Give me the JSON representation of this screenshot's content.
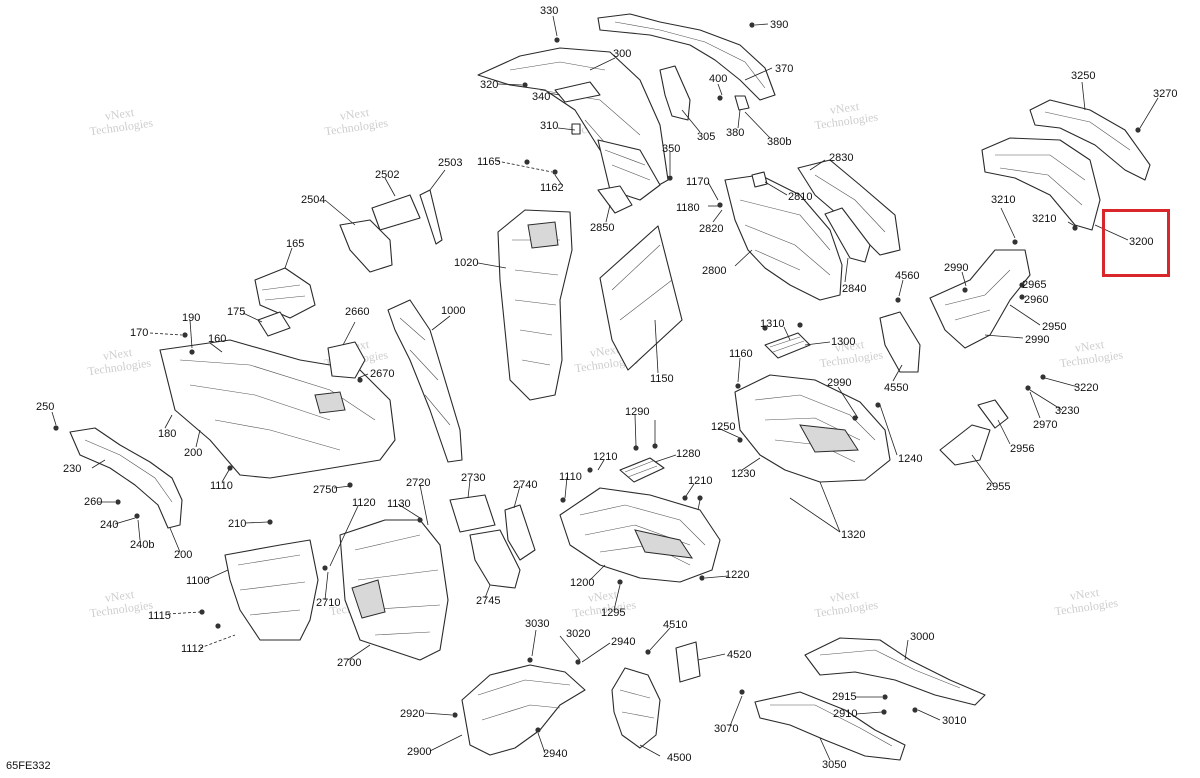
{
  "diagram": {
    "reference_code": "65FE332",
    "watermark_text": [
      "vNext",
      "Technologies"
    ],
    "highlight_color": "#d9262b",
    "highlighted_part": "3200",
    "callouts": [
      "330",
      "390",
      "300",
      "370",
      "320",
      "340",
      "400",
      "305",
      "380",
      "380b",
      "310",
      "350",
      "1165",
      "1162",
      "2850",
      "1170",
      "1180",
      "2810",
      "2820",
      "2830",
      "2800",
      "2840",
      "3250",
      "3270",
      "3210",
      "3210b",
      "3200",
      "2990",
      "2965",
      "2960",
      "2950",
      "2990b",
      "4560",
      "4550",
      "2502",
      "2503",
      "2504",
      "165",
      "175",
      "170",
      "190",
      "160",
      "2660",
      "2670",
      "1000",
      "1020",
      "1150",
      "1310",
      "1300",
      "1160",
      "250",
      "230",
      "180",
      "200",
      "1110",
      "2750",
      "2990c",
      "3220",
      "3230",
      "2970",
      "2956",
      "2955",
      "1290",
      "1280",
      "1210",
      "1250",
      "1230",
      "1240",
      "1210b",
      "1110b",
      "1200",
      "1220",
      "1295",
      "1320",
      "260",
      "240",
      "240b",
      "200b",
      "210",
      "1120",
      "1130",
      "2720",
      "2730",
      "2740",
      "2745",
      "1100",
      "2710",
      "2700",
      "1115",
      "1112",
      "3030",
      "3020",
      "2940",
      "4510",
      "4520",
      "3000",
      "2915",
      "2910",
      "3010",
      "3070",
      "3050",
      "2920",
      "2900",
      "2940b",
      "4500"
    ],
    "callout_labels": {
      "330": "330",
      "390": "390",
      "300": "300",
      "370": "370",
      "320": "320",
      "340": "340",
      "400": "400",
      "305": "305",
      "380": "380",
      "380b": "380b",
      "310": "310",
      "350": "350",
      "1165": "1165",
      "1162": "1162",
      "2850": "2850",
      "1170": "1170",
      "1180": "1180",
      "2810": "2810",
      "2820": "2820",
      "2830": "2830",
      "2800": "2800",
      "2840": "2840",
      "3250": "3250",
      "3270": "3270",
      "3210": "3210",
      "3210b": "3210",
      "3200": "3200",
      "2990": "2990",
      "2965": "2965",
      "2960": "2960",
      "2950": "2950",
      "2990b": "2990",
      "4560": "4560",
      "4550": "4550",
      "2502": "2502",
      "2503": "2503",
      "2504": "2504",
      "165": "165",
      "175": "175",
      "170": "170",
      "190": "190",
      "160": "160",
      "2660": "2660",
      "2670": "2670",
      "1000": "1000",
      "1020": "1020",
      "1150": "1150",
      "1310": "1310",
      "1300": "1300",
      "1160": "1160",
      "250": "250",
      "230": "230",
      "180": "180",
      "200": "200",
      "1110": "1110",
      "2750": "2750",
      "2990c": "2990",
      "3220": "3220",
      "3230": "3230",
      "2970": "2970",
      "2956": "2956",
      "2955": "2955",
      "1290": "1290",
      "1280": "1280",
      "1210": "1210",
      "1250": "1250",
      "1230": "1230",
      "1240": "1240",
      "1210b": "1210",
      "1110b": "1110",
      "1200": "1200",
      "1220": "1220",
      "1295": "1295",
      "1320": "1320",
      "260": "260",
      "240": "240",
      "240b": "240b",
      "200b": "200",
      "210": "210",
      "1120": "1120",
      "1130": "1130",
      "2720": "2720",
      "2730": "2730",
      "2740": "2740",
      "2745": "2745",
      "1100": "1100",
      "2710": "2710",
      "2700": "2700",
      "1115": "1115",
      "1112": "1112",
      "3030": "3030",
      "3020": "3020",
      "2940": "2940",
      "4510": "4510",
      "4520": "4520",
      "3000": "3000",
      "2915": "2915",
      "2910": "2910",
      "3010": "3010",
      "3070": "3070",
      "3050": "3050",
      "2920": "2920",
      "2900": "2900",
      "2940b": "2940",
      "4500": "4500"
    }
  }
}
